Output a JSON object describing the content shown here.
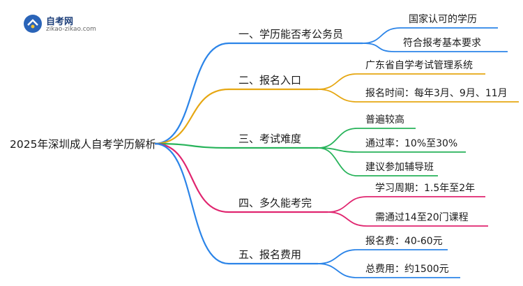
{
  "logo": {
    "name": "自考网",
    "url": "zikao-zikao.com",
    "brand_color": "#2a64b8"
  },
  "root": {
    "label": "2025年深圳成人自考学历解析"
  },
  "branches": [
    {
      "label": "一、学历能否考公务员",
      "color": "#2b84e8",
      "children": [
        "国家认可的学历",
        "符合报考基本要求"
      ]
    },
    {
      "label": "二、报名入口",
      "color": "#e6a712",
      "children": [
        "广东省自学考试管理系统",
        "报名时间：每年3月、9月、11月"
      ]
    },
    {
      "label": "三、考试难度",
      "color": "#27b35a",
      "children": [
        "普遍较高",
        "通过率：10%至30%",
        "建议参加辅导班"
      ]
    },
    {
      "label": "四、多久能考完",
      "color": "#e0256f",
      "children": [
        "学习周期：1.5年至2年",
        "需通过14至20门课程"
      ]
    },
    {
      "label": "五、报名费用",
      "color": "#2b84e8",
      "children": [
        "报名费：40-60元",
        "总费用：约1500元"
      ]
    }
  ]
}
